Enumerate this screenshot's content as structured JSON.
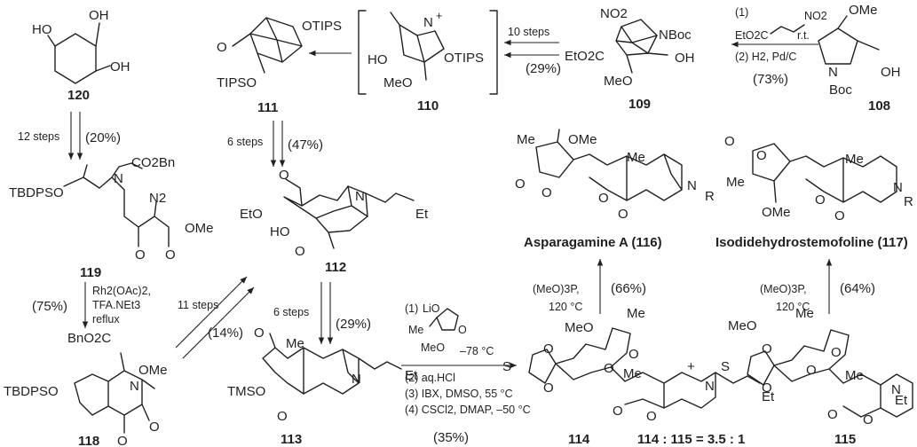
{
  "compounds": {
    "c120": {
      "number": "120",
      "groups": [
        "HO",
        "OH",
        "OH"
      ]
    },
    "c111": {
      "number": "111",
      "groups": [
        "O",
        "OTIPS",
        "TIPSO"
      ]
    },
    "c110": {
      "number": "110",
      "groups": [
        "N",
        "+",
        "HO",
        "OTIPS",
        "MeO"
      ]
    },
    "c109": {
      "number": "109",
      "groups": [
        "NO2",
        "NBoc",
        "EtO2C",
        "OH",
        "MeO"
      ]
    },
    "c108": {
      "number": "108",
      "groups": [
        "OMe",
        "N",
        "Boc",
        "OH"
      ]
    },
    "c119": {
      "number": "119",
      "groups": [
        "CO2Bn",
        "N",
        "N2",
        "TBDPSO",
        "O",
        "O",
        "OMe"
      ]
    },
    "c112": {
      "number": "112",
      "groups": [
        "EtO",
        "O",
        "N",
        "HO",
        "O",
        "Et"
      ]
    },
    "c116": {
      "name": "Asparagamine A",
      "number": "116",
      "groups": [
        "Me",
        "OMe",
        "O",
        "O",
        "Me",
        "N",
        "R",
        "O",
        "O"
      ]
    },
    "c117": {
      "name": "Isodidehydrostemofoline",
      "number": "117",
      "groups": [
        "O",
        "Me",
        "O",
        "OMe",
        "Me",
        "N",
        "R",
        "O",
        "O"
      ]
    },
    "c118": {
      "number": "118",
      "groups": [
        "BnO2C",
        "OMe",
        "TBDPSO",
        "N",
        "O",
        "O"
      ]
    },
    "c113": {
      "number": "113",
      "groups": [
        "O",
        "Me",
        "TMSO",
        "N",
        "O",
        "Et"
      ]
    },
    "c114": {
      "number": "114",
      "groups": [
        "MeO",
        "Me",
        "O",
        "S",
        "O",
        "O",
        "O",
        "Me",
        "N",
        "O",
        "O",
        "Et"
      ]
    },
    "c115": {
      "number": "115",
      "groups": [
        "MeO",
        "Me",
        "O",
        "S",
        "O",
        "O",
        "O",
        "Me",
        "N",
        "O",
        "O",
        "Et"
      ]
    }
  },
  "reactions": {
    "r108_109": {
      "lines": [
        "(1)",
        "EtO2C",
        "NO2",
        "r.t.",
        "(2) H2, Pd/C",
        "(73%)"
      ]
    },
    "r109_110": {
      "lines": [
        "10 steps",
        "(29%)"
      ]
    },
    "r120_119": {
      "lines": [
        "12 steps",
        "(20%)"
      ]
    },
    "r111_112": {
      "lines": [
        "6 steps",
        "(47%)"
      ]
    },
    "r119_118": {
      "lines": [
        "Rh2(OAc)2,",
        "TFA.NEt3",
        "reflux",
        "(75%)"
      ]
    },
    "r119_112": {
      "lines": [
        "11 steps",
        "(14%)"
      ]
    },
    "r112_113": {
      "lines": [
        "6 steps",
        "(29%)"
      ]
    },
    "r114_116": {
      "lines": [
        "(MeO)3P,",
        "120 °C",
        "(66%)"
      ]
    },
    "r115_117": {
      "lines": [
        "(MeO)3P,",
        "120 °C",
        "(64%)"
      ]
    },
    "r113_114": {
      "lines": [
        "(1)",
        "LiO",
        "Me",
        "O",
        "MeO",
        "–78 °C",
        "(2) aq.HCl",
        "(3) IBX, DMSO, 55 °C",
        "(4) CSCl2, DMAP, –50 °C",
        "(35%)"
      ]
    }
  },
  "ratio": {
    "plus": "+",
    "text": "114 : 115 = 3.5 : 1"
  }
}
